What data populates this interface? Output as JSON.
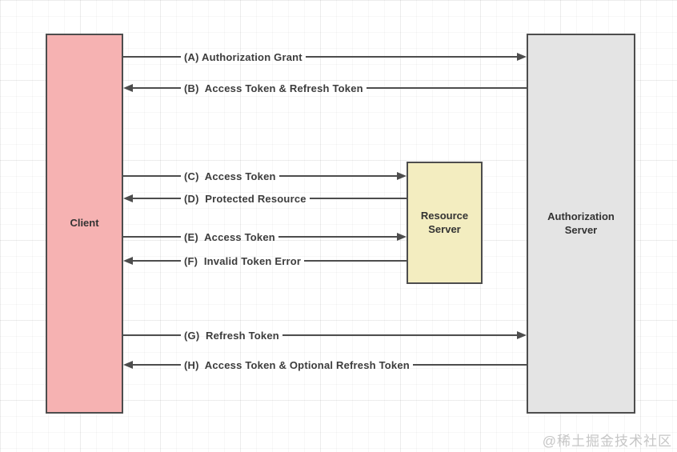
{
  "boxes": {
    "client": {
      "label": "Client",
      "fill": "#F6B2B2"
    },
    "resource_server": {
      "line1": "Resource",
      "line2": "Server",
      "fill": "#F3EDC0"
    },
    "authorization_server": {
      "line1": "Authorization",
      "line2": "Server",
      "fill": "#E4E4E4"
    }
  },
  "arrows": [
    {
      "key": "A",
      "label": "(A) Authorization Grant",
      "direction": "right",
      "from": "Client",
      "to": "Authorization Server"
    },
    {
      "key": "B",
      "label": "(B)  Access Token & Refresh Token",
      "direction": "left",
      "from": "Authorization Server",
      "to": "Client"
    },
    {
      "key": "C",
      "label": "(C)  Access Token",
      "direction": "right",
      "from": "Client",
      "to": "Resource Server"
    },
    {
      "key": "D",
      "label": "(D)  Protected Resource",
      "direction": "left",
      "from": "Resource Server",
      "to": "Client"
    },
    {
      "key": "E",
      "label": "(E)  Access Token",
      "direction": "right",
      "from": "Client",
      "to": "Resource Server"
    },
    {
      "key": "F",
      "label": "(F)  Invalid Token Error",
      "direction": "left",
      "from": "Resource Server",
      "to": "Client"
    },
    {
      "key": "G",
      "label": "(G)  Refresh Token",
      "direction": "right",
      "from": "Client",
      "to": "Authorization Server"
    },
    {
      "key": "H",
      "label": "(H)  Access Token & Optional Refresh Token",
      "direction": "left",
      "from": "Authorization Server",
      "to": "Client"
    }
  ],
  "colors": {
    "line": "#4D4D4D",
    "label_text": "#3C3C3C",
    "watermark": "#C6C6C6"
  },
  "watermark": "@稀土掘金技术社区"
}
